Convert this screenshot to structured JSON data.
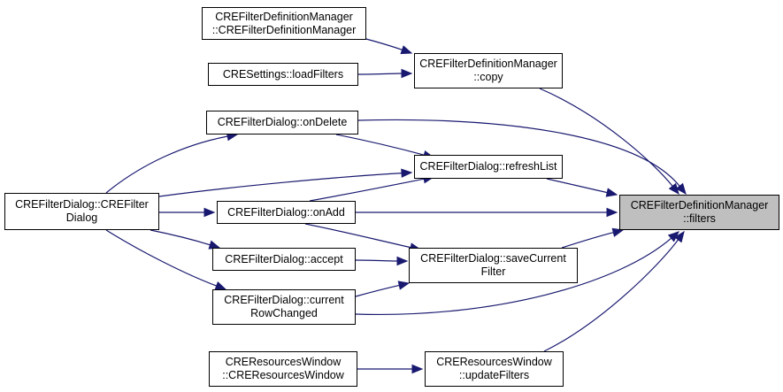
{
  "colors": {
    "edge": "#191970",
    "node_border": "#000000",
    "node_fill": "#ffffff",
    "selected_fill": "#bfbfbf"
  },
  "nodes": [
    {
      "id": "n_ctor_mgr",
      "lines": [
        "CREFilterDefinitionManager",
        "::CREFilterDefinitionManager"
      ]
    },
    {
      "id": "n_loadfilters",
      "lines": [
        "CRESettings::loadFilters"
      ]
    },
    {
      "id": "n_copy",
      "lines": [
        "CREFilterDefinitionManager",
        "::copy"
      ]
    },
    {
      "id": "n_ondelete",
      "lines": [
        "CREFilterDialog::onDelete"
      ]
    },
    {
      "id": "n_refreshlist",
      "lines": [
        "CREFilterDialog::refreshList"
      ]
    },
    {
      "id": "n_dialog_ctor",
      "lines": [
        "CREFilterDialog::CREFilter",
        "Dialog"
      ]
    },
    {
      "id": "n_onadd",
      "lines": [
        "CREFilterDialog::onAdd"
      ]
    },
    {
      "id": "n_filters",
      "lines": [
        "CREFilterDefinitionManager",
        "::filters"
      ],
      "selected": true
    },
    {
      "id": "n_accept",
      "lines": [
        "CREFilterDialog::accept"
      ]
    },
    {
      "id": "n_savecurrent",
      "lines": [
        "CREFilterDialog::saveCurrent",
        "Filter"
      ]
    },
    {
      "id": "n_currentrow",
      "lines": [
        "CREFilterDialog::current",
        "RowChanged"
      ]
    },
    {
      "id": "n_reswin_ctor",
      "lines": [
        "CREResourcesWindow",
        "::CREResourcesWindow"
      ]
    },
    {
      "id": "n_updatefilters",
      "lines": [
        "CREResourcesWindow",
        "::updateFilters"
      ]
    }
  ],
  "edges": [
    {
      "from": "n_ctor_mgr",
      "to": "n_copy"
    },
    {
      "from": "n_loadfilters",
      "to": "n_copy"
    },
    {
      "from": "n_copy",
      "to": "n_filters"
    },
    {
      "from": "n_ondelete",
      "to": "n_refreshlist"
    },
    {
      "from": "n_ondelete",
      "to": "n_filters"
    },
    {
      "from": "n_refreshlist",
      "to": "n_filters"
    },
    {
      "from": "n_dialog_ctor",
      "to": "n_ondelete"
    },
    {
      "from": "n_dialog_ctor",
      "to": "n_refreshlist"
    },
    {
      "from": "n_dialog_ctor",
      "to": "n_onadd"
    },
    {
      "from": "n_dialog_ctor",
      "to": "n_accept"
    },
    {
      "from": "n_dialog_ctor",
      "to": "n_currentrow"
    },
    {
      "from": "n_onadd",
      "to": "n_refreshlist"
    },
    {
      "from": "n_onadd",
      "to": "n_filters"
    },
    {
      "from": "n_onadd",
      "to": "n_savecurrent"
    },
    {
      "from": "n_accept",
      "to": "n_savecurrent"
    },
    {
      "from": "n_currentrow",
      "to": "n_savecurrent"
    },
    {
      "from": "n_currentrow",
      "to": "n_filters"
    },
    {
      "from": "n_savecurrent",
      "to": "n_filters"
    },
    {
      "from": "n_reswin_ctor",
      "to": "n_updatefilters"
    },
    {
      "from": "n_updatefilters",
      "to": "n_filters"
    }
  ]
}
